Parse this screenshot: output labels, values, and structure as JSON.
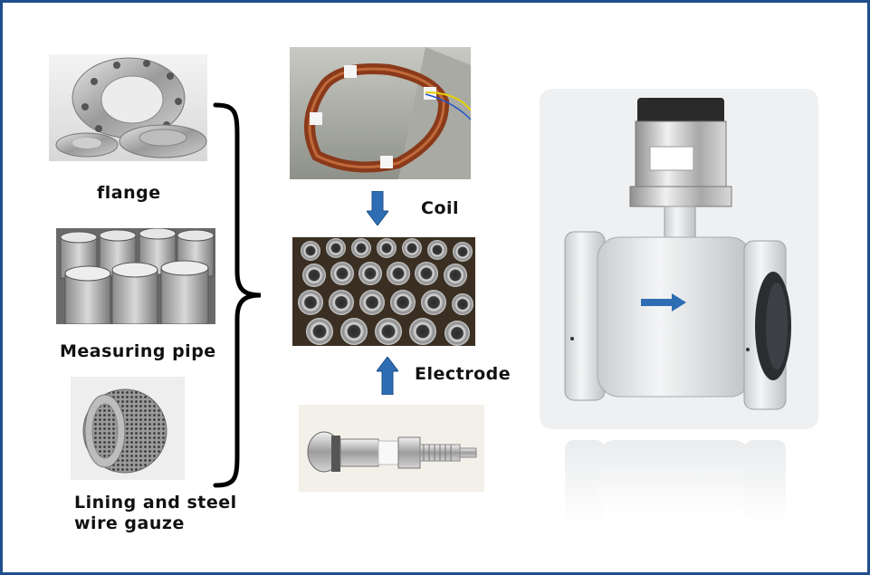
{
  "labels": {
    "flange": "flange",
    "measuring_pipe": "Measuring pipe",
    "lining_line1": "Lining and  steel",
    "lining_line2": "wire gauze",
    "coil": "Coil",
    "electrode": "Electrode"
  },
  "colors": {
    "frame": "#1f4e8c",
    "arrow": "#2e6db4",
    "flowmeter_body": "#dfe3e6",
    "coil_copper": "#8a3a1a"
  },
  "icons": {
    "brace": "right-curly-brace",
    "arrow_down": "down-arrow",
    "arrow_up": "up-arrow"
  }
}
